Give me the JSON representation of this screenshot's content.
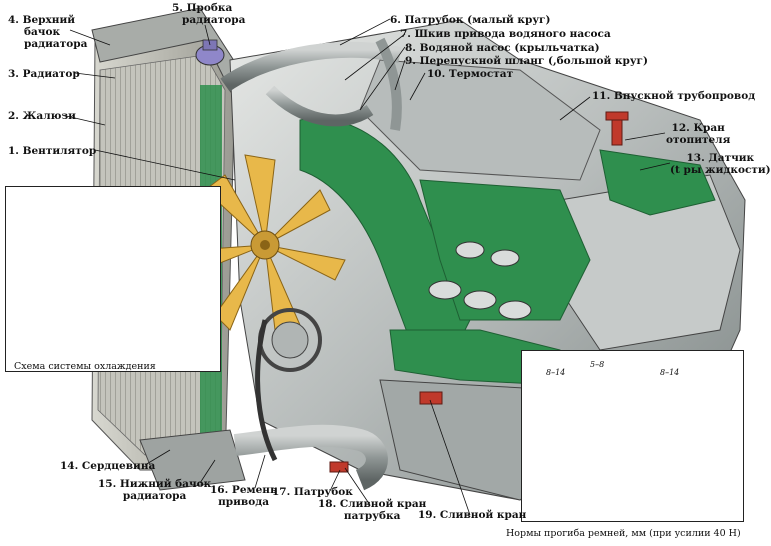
{
  "colors": {
    "coolant_green": "#2f8f4e",
    "metal_light": "#c9ccc9",
    "metal_dark": "#7e8585",
    "fan_yellow": "#e8b84a",
    "radiator_gray": "#b8b8b0",
    "belt_red": "#c0392b",
    "belt_blue": "#2c4fa3"
  },
  "labels": {
    "l4": [
      "4. Верхний",
      "бачок",
      "радиатора"
    ],
    "l5": [
      "5. Пробка",
      "радиатора"
    ],
    "l3": "3. Радиатор",
    "l2": "2. Жалюзи",
    "l1": "1. Вентилятор",
    "l6": "6. Патрубок (малый круг)",
    "l7": "7. Шкив привода водяного насоса",
    "l8": "8. Водяной насос (крыльчатка)",
    "l9": "9. Перепускной шланг (,большой круг)",
    "l10": "10. Термостат",
    "l11": "11. Впускной трубопровод",
    "l12": [
      "12. Кран",
      "отопителя"
    ],
    "l13": [
      "13. Датчик",
      "(t ры жидкости)"
    ],
    "l14": "14. Сердцевина",
    "l15": [
      "15. Нижний бачок",
      "радиатора"
    ],
    "l16": [
      "16. Ремень",
      "привода"
    ],
    "l17": "17. Патрубок",
    "l18": [
      "18. Сливной кран",
      "патрубка"
    ],
    "l19": "19. Сливной кран"
  },
  "schema": {
    "caption": "Схема системы охлаждения"
  },
  "belt_diagram": {
    "caption": "Нормы прогиба ремней, мм (при усилии 40 Н)",
    "marks": [
      "8–14",
      "5–8",
      "8–14"
    ]
  }
}
